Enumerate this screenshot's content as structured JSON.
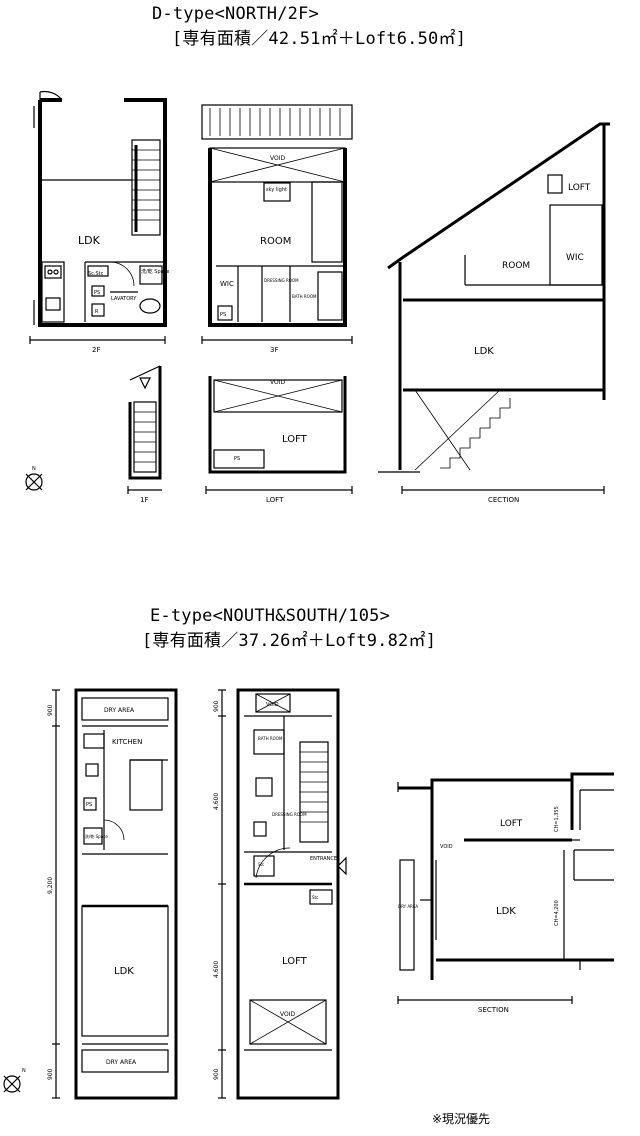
{
  "d_type": {
    "title": "D-type<NORTH/2F>",
    "area": "[専有面積／42.51㎡＋Loft6.50㎡]",
    "plan_2f": {
      "ldk": "LDK",
      "label": "2F",
      "ps": "PS",
      "shoe": "Sc.Stc",
      "washer": "洗/乾 Space",
      "lavatory": "LAVATORY",
      "fridge": "R"
    },
    "plan_3f": {
      "void": "VOID",
      "skylight": "sky light",
      "room": "ROOM",
      "wic": "WIC",
      "dressing": "DRESSING ROOM",
      "bath": "BATH ROOM",
      "ps": "PS",
      "label": "3F"
    },
    "plan_1f": {
      "label": "1F"
    },
    "plan_loft": {
      "void": "VOID",
      "loft": "LOFT",
      "ps": "PS",
      "label": "LOFT"
    },
    "section": {
      "loft": "LOFT",
      "room": "ROOM",
      "wic": "WIC",
      "ldk": "LDK",
      "label": "CECTION"
    },
    "north": "N"
  },
  "e_type": {
    "title": "E-type<NOUTH&SOUTH/105>",
    "area": "[専有面積／37.26㎡＋Loft9.82㎡]",
    "plan_1": {
      "dry_area_top": "DRY AREA",
      "kitchen": "KITCHEN",
      "ldk": "LDK",
      "dry_area_bottom": "DRY AREA",
      "ps": "PS",
      "washer": "洗/乾 Space",
      "dims": [
        "900",
        "9,200",
        "900"
      ]
    },
    "plan_2": {
      "void_top": "VOID",
      "bath": "BATH ROOM",
      "dressing": "DRESSING ROOM",
      "entrance": "ENTRANCE",
      "shoe": "Stc",
      "shoe2": "Stc",
      "loft": "LOFT",
      "void_bottom": "VOID",
      "dims": [
        "900",
        "4,600",
        "4,600",
        "900"
      ]
    },
    "section": {
      "loft": "LOFT",
      "void": "VOID",
      "ldk": "LDK",
      "dry_area": "DRY AREA",
      "ch1": "CH=1,355",
      "ch2": "CH=4,200",
      "label": "SECTION"
    },
    "north": "N"
  },
  "note": "※現況優先"
}
